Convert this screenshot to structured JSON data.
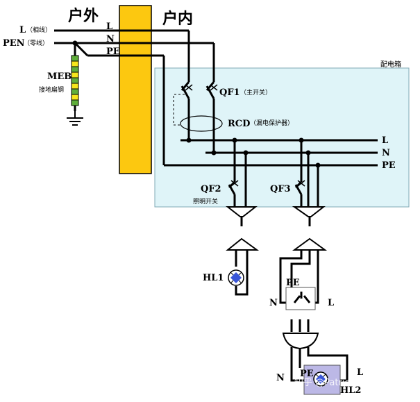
{
  "labels": {
    "outdoor": "户外",
    "indoor": "户内",
    "line_l_left": "L",
    "line_l_left_note": "（相线）",
    "line_pen_left": "PEN",
    "line_pen_left_note": "（零线）",
    "wire_l": "L",
    "wire_n": "N",
    "wire_pe": "PE",
    "meb": "MEB",
    "meb_note": "接地扁钢",
    "box_title": "配电箱",
    "qf1": "QF1",
    "qf1_note": "（主开关）",
    "rcd": "RCD",
    "rcd_note": "（漏电保护器）",
    "bus_l": "L",
    "bus_n": "N",
    "bus_pe": "PE",
    "qf2": "QF2",
    "qf2_note": "照明开关",
    "qf3": "QF3",
    "hl1": "HL1",
    "socket_pe": "PE",
    "socket_n": "N",
    "socket_l": "L",
    "lamp_n": "N",
    "lamp_pe": "PE",
    "lamp_l": "L",
    "hl2": "HL2",
    "watermark": "知乎 @Patrick Zhang"
  },
  "colors": {
    "wall": "#fcc810",
    "box_fill": "#dff4f8",
    "box_stroke": "#7fa8b4",
    "lamp_blue": "#3a56d8",
    "lamp_box": "#bcb8e6"
  }
}
